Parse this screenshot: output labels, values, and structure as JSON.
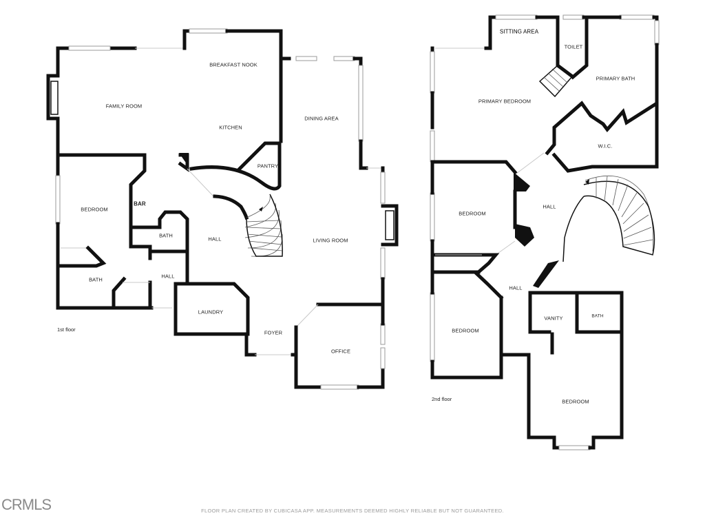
{
  "floors": [
    {
      "label": "1st floor",
      "rooms": {
        "breakfast_nook": "BREAKFAST NOOK",
        "family_room": "FAMILY ROOM",
        "kitchen": "KITCHEN",
        "dining_area": "DINING AREA",
        "pantry": "PANTRY",
        "bedroom": "BEDROOM",
        "bar": "BAR",
        "bath_a": "BATH",
        "hall_a": "HALL",
        "living_room": "LIVING ROOM",
        "bath_b": "BATH",
        "hall_b": "HALL",
        "laundry": "LAUNDRY",
        "foyer": "FOYER",
        "office": "OFFICE"
      }
    },
    {
      "label": "2nd floor",
      "rooms": {
        "sitting_area": "SITTING AREA",
        "toilet": "TOILET",
        "primary_bath": "PRIMARY BATH",
        "primary_bedroom": "PRIMARY BEDROOM",
        "wic": "W.I.C.",
        "hall_a": "HALL",
        "bedroom_a": "BEDROOM",
        "hall_b": "HALL",
        "bedroom_b": "BEDROOM",
        "vanity": "VANITY",
        "bath": "BATH",
        "bedroom_c": "BEDROOM"
      }
    }
  ],
  "footer": "FLOOR PLAN CREATED BY CUBICASA APP. MEASUREMENTS DEEMED HIGHLY RELIABLE BUT NOT GUARANTEED.",
  "logo": "CRMLS",
  "colors": {
    "walls": "#111111",
    "windows": "#9a9a9a",
    "footer_text": "#9a9a9a"
  }
}
